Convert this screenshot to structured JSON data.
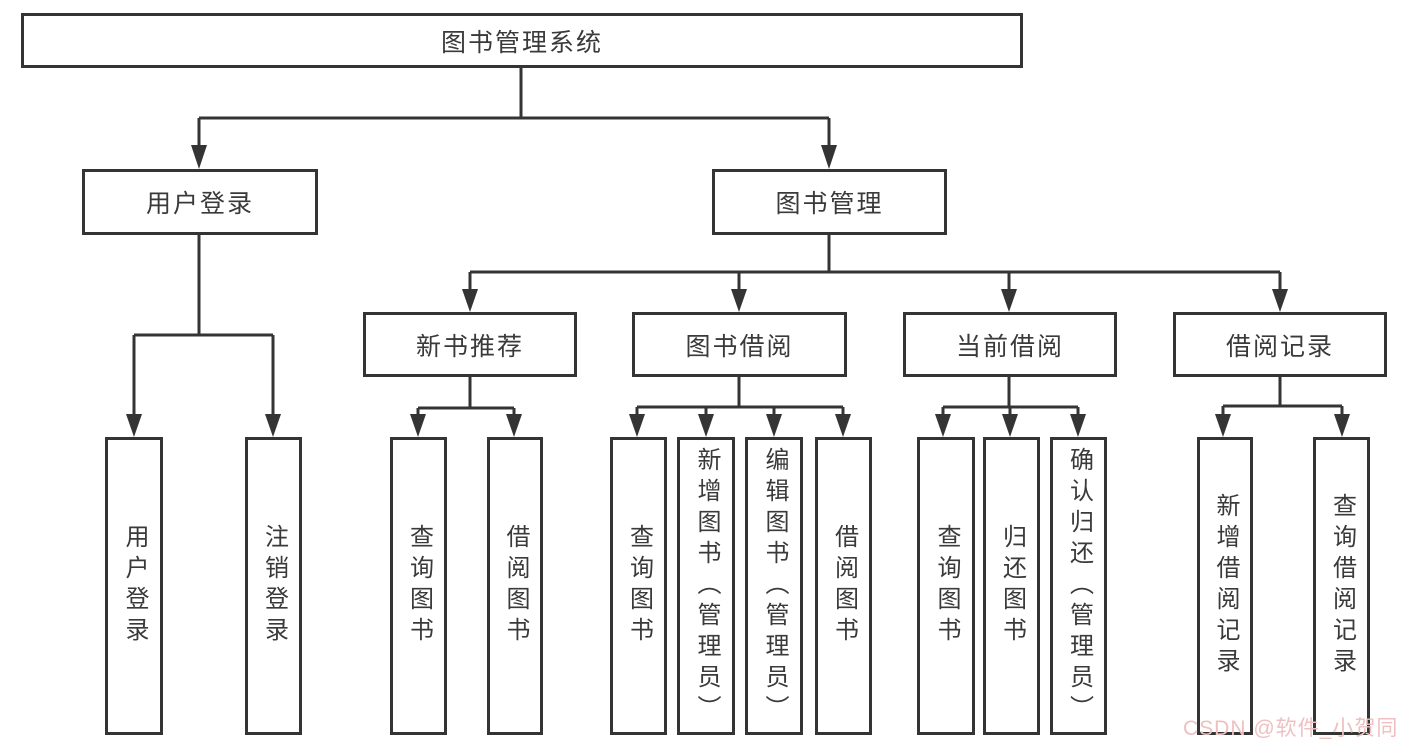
{
  "tree": {
    "root": "图书管理系统",
    "user_login": {
      "label": "用户登录",
      "children": [
        {
          "label": "用户登录"
        },
        {
          "label": "注销登录"
        }
      ]
    },
    "book_management": {
      "label": "图书管理",
      "groups": [
        {
          "label": "新书推荐",
          "children": [
            {
              "label": "查询图书"
            },
            {
              "label": "借阅图书"
            }
          ]
        },
        {
          "label": "图书借阅",
          "children": [
            {
              "label": "查询图书"
            },
            {
              "label": "新增图书（管理员）"
            },
            {
              "label": "编辑图书（管理员）"
            },
            {
              "label": "借阅图书"
            }
          ]
        },
        {
          "label": "当前借阅",
          "children": [
            {
              "label": "查询图书"
            },
            {
              "label": "归还图书"
            },
            {
              "label": "确认归还（管理员）"
            }
          ]
        },
        {
          "label": "借阅记录",
          "children": [
            {
              "label": "新增借阅记录"
            },
            {
              "label": "查询借阅记录"
            }
          ]
        }
      ]
    }
  },
  "watermark": {
    "text": "CSDN @软件_小贺同学"
  },
  "style": {
    "line_color": "#343434",
    "text_color": "#3a3a3a",
    "watermark_color": "#eec0c0",
    "background": "#ffffff"
  }
}
